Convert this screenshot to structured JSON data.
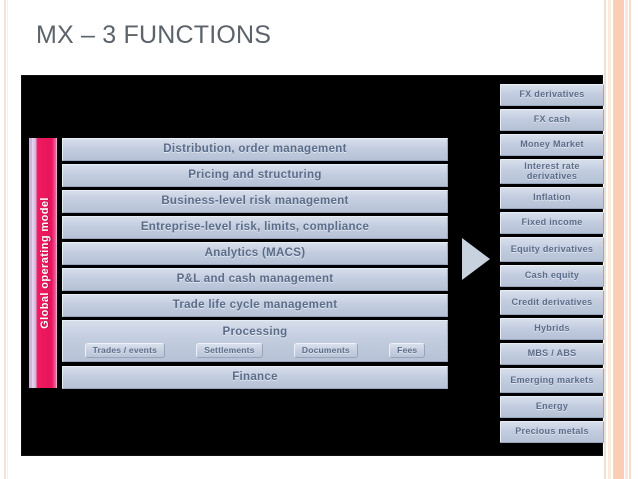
{
  "slide": {
    "title": "MX – 3 FUNCTIONS",
    "background_color": "#ffffff",
    "diagram_background_color": "#000000",
    "accent_color": "#ef1a5e",
    "bar_color": "#c3cde0",
    "bar_text_color": "#5b6c89",
    "title_color": "#5d636b",
    "edge_stripe_color": "#fbcdb4"
  },
  "global_operating_model": {
    "label": "Global operating model"
  },
  "functions": {
    "rows": [
      {
        "label": "Distribution, order management"
      },
      {
        "label": "Pricing and structuring"
      },
      {
        "label": "Business-level risk management"
      },
      {
        "label": "Entreprise-level risk, limits, compliance"
      },
      {
        "label": "Analytics (MACS)"
      },
      {
        "label": "P&L and cash management"
      },
      {
        "label": "Trade life cycle management"
      }
    ],
    "processing": {
      "label": "Processing",
      "items": [
        {
          "label": "Trades / events"
        },
        {
          "label": "Settlements"
        },
        {
          "label": "Documents"
        },
        {
          "label": "Fees"
        }
      ]
    },
    "finance": {
      "label": "Finance"
    }
  },
  "arrow": {
    "name": "right-arrow",
    "color": "#c8d1de"
  },
  "asset_classes": {
    "items": [
      {
        "label": "FX derivatives"
      },
      {
        "label": "FX cash"
      },
      {
        "label": "Money Market"
      },
      {
        "label": "Interest rate derivatives"
      },
      {
        "label": "Inflation"
      },
      {
        "label": "Fixed income"
      },
      {
        "label": "Equity derivatives"
      },
      {
        "label": "Cash equity"
      },
      {
        "label": "Credit derivatives"
      },
      {
        "label": "Hybrids"
      },
      {
        "label": "MBS / ABS"
      },
      {
        "label": "Emerging markets"
      },
      {
        "label": "Energy"
      },
      {
        "label": "Precious metals"
      }
    ]
  }
}
